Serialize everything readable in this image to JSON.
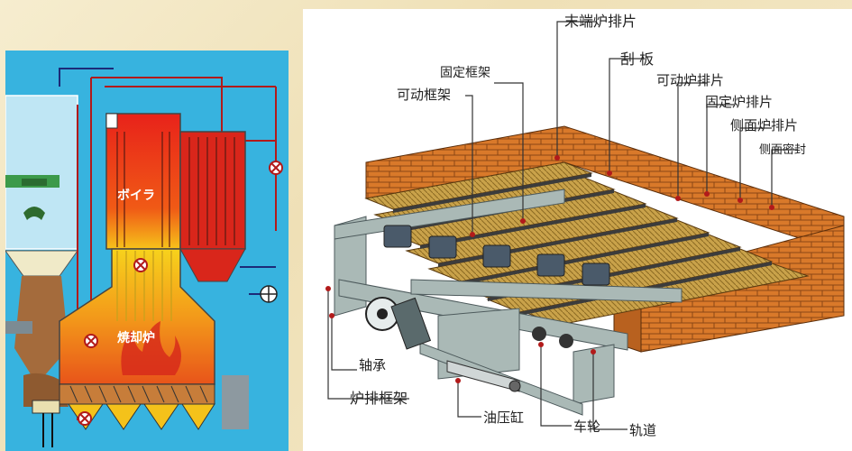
{
  "left_diagram": {
    "boiler_label": "ボイラ",
    "furnace_label": "焼却炉"
  },
  "right_diagram": {
    "labels": {
      "end_grate": "末端炉排片",
      "scraper": "刮 板",
      "fixed_frame": "固定框架",
      "movable_grate": "可动炉排片",
      "movable_frame": "可动框架",
      "fixed_grate": "固定炉排片",
      "side_grate": "侧面炉排片",
      "side_seal": "侧面密封",
      "bearing": "轴承",
      "grate_frame": "炉排框架",
      "hydraulic_cylinder": "油压缸",
      "wheel": "车轮",
      "rail": "轨道"
    }
  }
}
